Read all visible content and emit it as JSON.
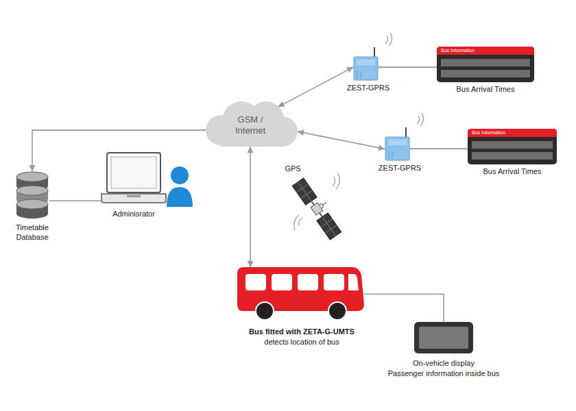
{
  "diagram": {
    "nodes": [
      {
        "text": [
          "ZEST-GPRS"
        ]
      },
      {
        "text": [
          "Bus Information",
          "Bus Arrival Times"
        ]
      },
      {
        "text": [
          "GSM / Internet"
        ]
      },
      {
        "text": [
          "ZEST-GPRS"
        ]
      },
      {
        "text": [
          "Bus Information",
          "Bus Arrival Times"
        ]
      },
      {
        "text": [
          "Timetable Database"
        ]
      },
      {
        "text": [
          "Adminisrator"
        ]
      },
      {
        "text": [
          "Bus fitted with ZETA-G-UMTS",
          "detects location of bus"
        ]
      },
      {
        "text": [
          "On-vehicle display",
          "Passenger information inside bus"
        ]
      }
    ],
    "edges": [
      {
        "from": 2,
        "to": 0,
        "arrow": "both"
      },
      {
        "from": 2,
        "to": 3,
        "arrow": "both"
      },
      {
        "from": 2,
        "to": 7,
        "arrow": "both"
      },
      {
        "from": 2,
        "to": 5,
        "arrow": "to"
      },
      {
        "from": 5,
        "to": 6,
        "arrow": "none"
      },
      {
        "from": 0,
        "to": 1,
        "arrow": "none"
      },
      {
        "from": 3,
        "to": 4,
        "arrow": "none"
      },
      {
        "from": 7,
        "to": 8,
        "arrow": "none"
      }
    ],
    "labels": [
      "GPS"
    ]
  }
}
